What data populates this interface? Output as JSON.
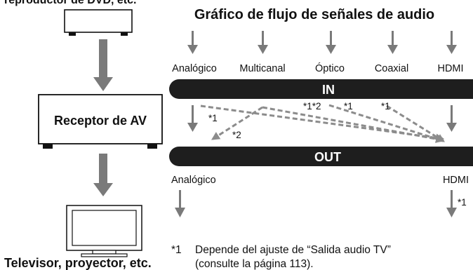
{
  "header": {
    "cropped_text": "reproductor de DVD, etc.",
    "title": "Gráfico de flujo de señales de audio"
  },
  "devices": {
    "av_receiver_label": "Receptor de AV",
    "tv_label": "Televisor, proyector, etc."
  },
  "inputs": [
    "Analógico",
    "Multicanal",
    "Óptico",
    "Coaxial",
    "HDMI"
  ],
  "bars": {
    "in_label": "IN",
    "out_label": "OUT"
  },
  "outputs": {
    "left": "Analógico",
    "right": "HDMI"
  },
  "markers": {
    "m1_left": "*1",
    "m2_left": "*2",
    "m12": "*1*2",
    "m1_a": "*1",
    "m1_b": "*1",
    "m1_out": "*1"
  },
  "footnote": {
    "mark": "*1",
    "line1": "Depende del ajuste de “Salida audio TV”",
    "line2": "(consulte la página 113)."
  },
  "colors": {
    "arrow": "#7a7a7a",
    "bar": "#1e1e1e",
    "bar_text": "#ffffff",
    "dashed": "#8c8c8c"
  }
}
